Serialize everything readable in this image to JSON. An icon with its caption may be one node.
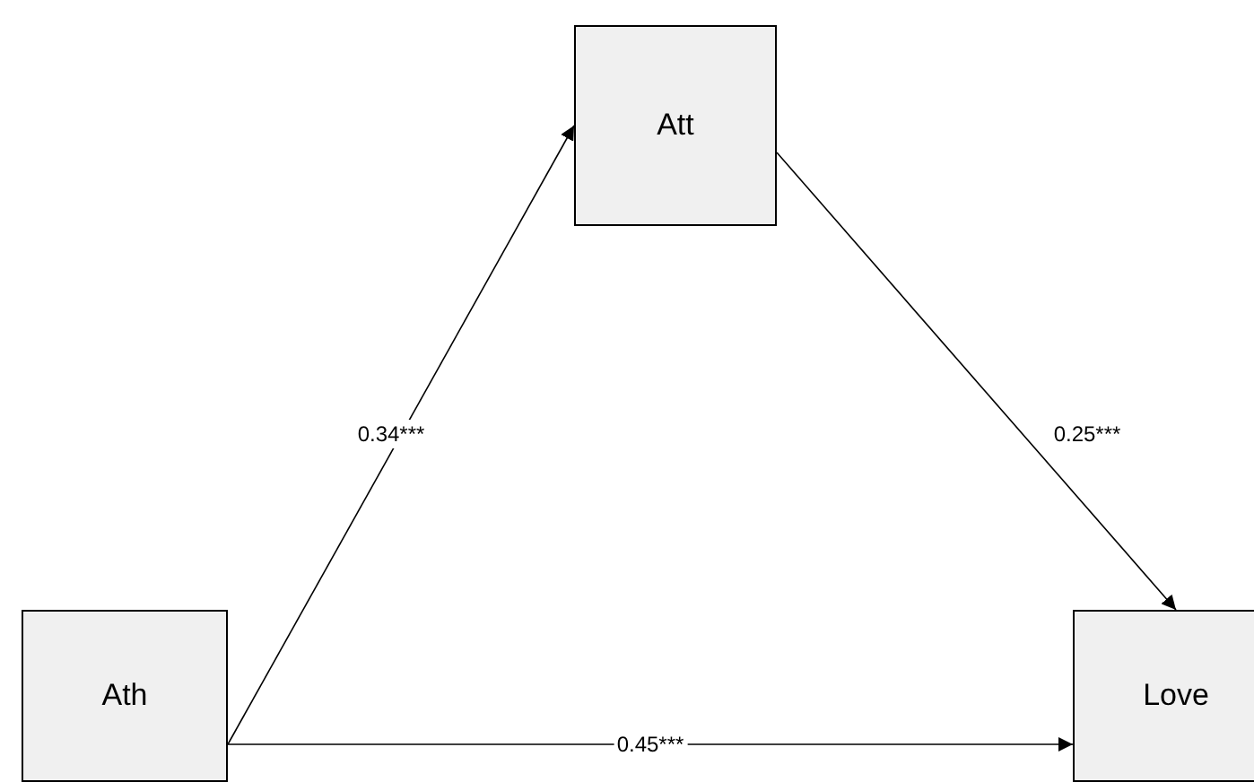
{
  "diagram": {
    "nodes": [
      {
        "text": [
          "Att"
        ]
      },
      {
        "text": [
          "Ath"
        ]
      },
      {
        "text": [
          "Love"
        ]
      }
    ],
    "edges": [
      {
        "from": 1,
        "to": 0,
        "arrow": "to",
        "label": "0.34***"
      },
      {
        "from": 0,
        "to": 2,
        "arrow": "to",
        "label": "0.25***"
      },
      {
        "from": 1,
        "to": 2,
        "arrow": "to",
        "label": "0.45***"
      }
    ]
  }
}
